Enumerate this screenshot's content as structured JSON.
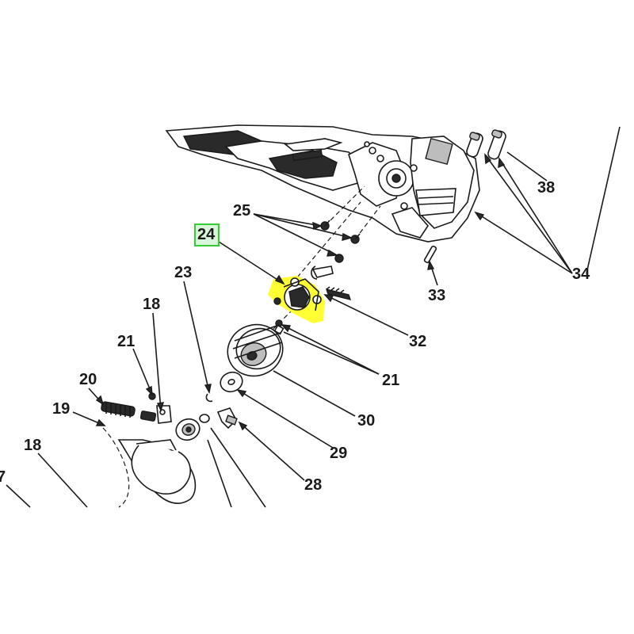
{
  "highlight": {
    "part_number": "24",
    "fill_color": "#ffff33",
    "box_color": "#33cc33",
    "box_fill": "#d9f5d9"
  },
  "callouts": {
    "c24": "24",
    "c25": "25",
    "c23": "23",
    "c18a": "18",
    "c21a": "21",
    "c20": "20",
    "c19": "19",
    "c18b": "18",
    "c7": "7",
    "c21b": "21",
    "c30": "30",
    "c29": "29",
    "c28": "28",
    "c32": "32",
    "c33": "33",
    "c34": "34",
    "c38": "38"
  },
  "colors": {
    "line": "#1a1a1a",
    "background": "#ffffff"
  }
}
